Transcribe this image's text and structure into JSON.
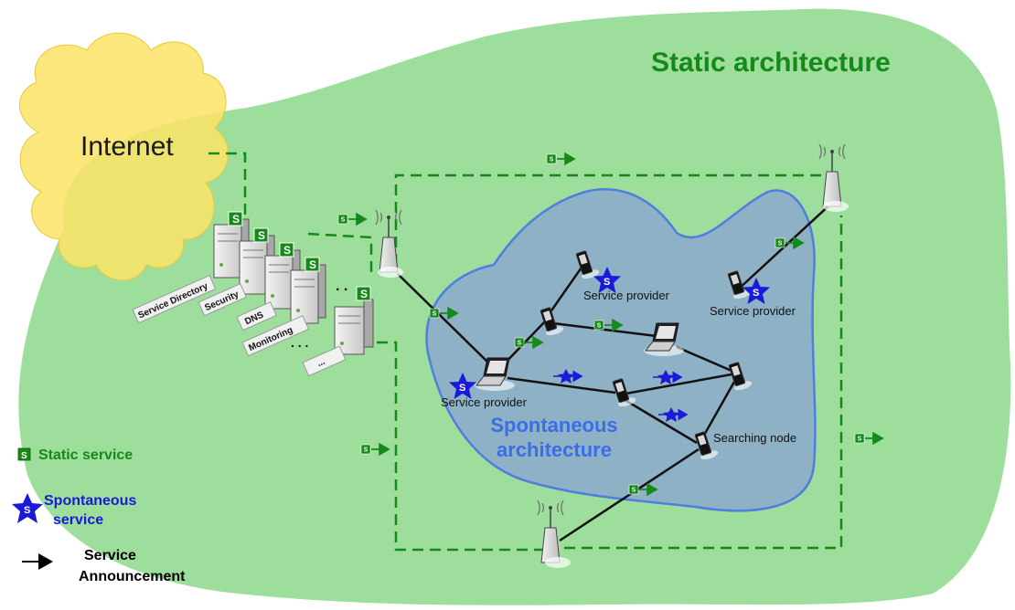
{
  "static_architecture_label": "Static architecture",
  "internet_label": "Internet",
  "spontaneous_architecture_label": [
    "Spontaneous",
    "architecture"
  ],
  "node_labels": {
    "service_provider_top": "Service provider",
    "service_provider_right": "Service provider",
    "service_provider_left": "Service provider",
    "searching_node": "Searching node"
  },
  "server_labels": [
    "Service Directory",
    "Security",
    "DNS",
    "Monitoring",
    "..."
  ],
  "service_badge_letter": "S",
  "legend": {
    "static_service": "Static service",
    "spontaneous_service": [
      "Spontaneous",
      "service"
    ],
    "service_announcement": [
      "Service",
      "Announcement"
    ]
  },
  "colors": {
    "static_green": "#158a18",
    "green_region": "#9ede9c",
    "spontaneous_blue": "#3a6ee8",
    "spontaneous_region": "#8fb1c5",
    "star_blue": "#1a1ad8",
    "internet_cloud": "#fbe46a"
  }
}
